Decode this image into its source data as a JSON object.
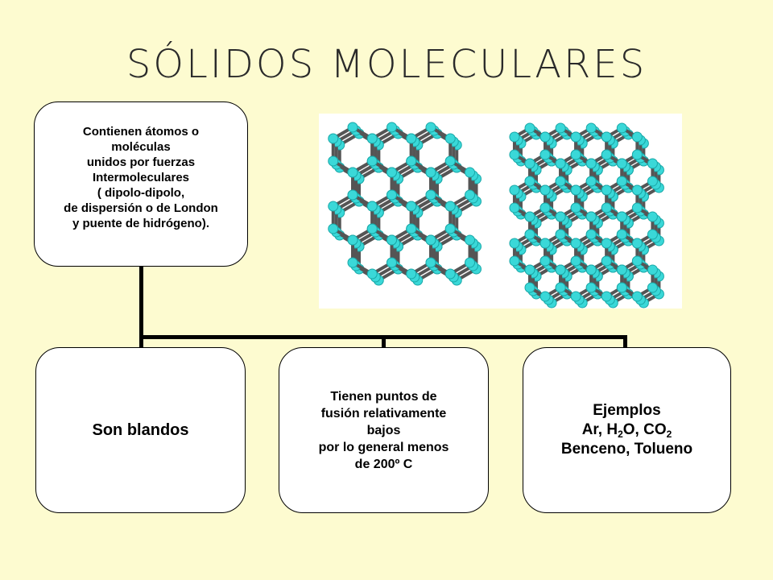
{
  "title": "SÓLIDOS MOLECULARES",
  "root": {
    "text": "Contienen átomos o\nmoléculas\nunidos por fuerzas\nIntermoleculares\n( dipolo-dipolo,\nde dispersión o de London\ny puente de hidrógeno)."
  },
  "children": [
    {
      "text": "Son blandos"
    },
    {
      "text": "Tienen puntos de\nfusión relativamente\nbajos\npor lo general menos\nde 200º C"
    },
    {
      "heading": "Ejemplos",
      "formula": {
        "ar": "Ar,",
        "h": "H",
        "h_sub": "2",
        "o": "O,",
        "co": "CO",
        "co_sub": "2"
      },
      "line3": "Benceno, Tolueno"
    }
  ],
  "colors": {
    "background": "#fdfbd0",
    "atom": "#3ad8d8",
    "bond": "#555555"
  }
}
